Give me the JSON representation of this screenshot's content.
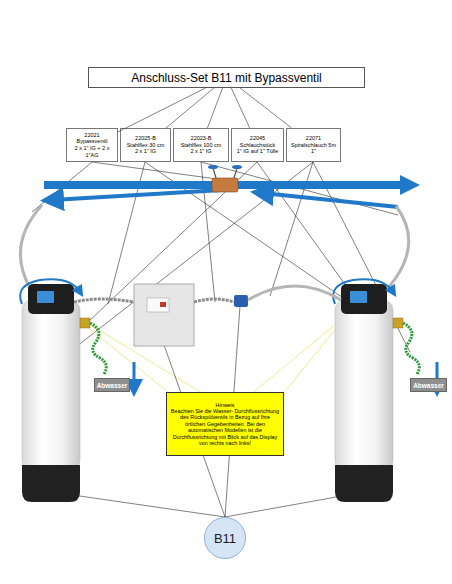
{
  "diagram": {
    "nodes": [
      {
        "text": [
          "Anschluss-Set B11 mit Bypassventil"
        ]
      },
      {
        "text": [
          "22021",
          "Bypassventil",
          "2 x 1\" IG + 2 x 1\"AG"
        ]
      },
      {
        "text": [
          "22025-B",
          "Stahlflex 30 cm",
          "2 x 1\" IG"
        ]
      },
      {
        "text": [
          "22023-B",
          "Stahlflex 100 cm",
          "2 x 1\" IG"
        ]
      },
      {
        "text": [
          "22045",
          "Schlauchstück",
          "1\" IG auf 1\" Tülle"
        ]
      },
      {
        "text": [
          "22071",
          "Spiralschlauch 5m",
          "1\""
        ]
      },
      {
        "text": [
          "Abwasser"
        ]
      },
      {
        "text": [
          "Abwasser"
        ]
      },
      {
        "text": [
          "Hinweis",
          "Beachten Sie die Wasser- Durchflussrichtung des Rückspülventils in Bezug auf Ihre örtlichen Gegebenheiten. Bei den automatischen Modellen ist die Durchflussrichtung mit Blick auf das Display von rechts nach links!"
        ]
      },
      {
        "text": [
          "B11"
        ]
      }
    ],
    "edges": [
      {
        "from": 0,
        "to": 1,
        "arrow": "none"
      },
      {
        "from": 0,
        "to": 2,
        "arrow": "none"
      },
      {
        "from": 0,
        "to": 3,
        "arrow": "none"
      },
      {
        "from": 0,
        "to": 4,
        "arrow": "none"
      },
      {
        "from": 0,
        "to": 5,
        "arrow": "none"
      }
    ]
  }
}
